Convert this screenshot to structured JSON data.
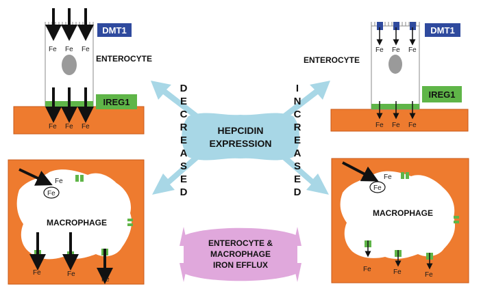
{
  "left_enterocyte": {
    "title": "ENTEROCYTE",
    "transporter_top": "DMT1",
    "transporter_bottom": "IREG1",
    "fe_top": [
      "Fe",
      "Fe",
      "Fe"
    ],
    "fe_bottom": [
      "Fe",
      "Fe",
      "Fe"
    ]
  },
  "right_enterocyte": {
    "title": "ENTEROCYTE",
    "transporter_top": "DMT1",
    "transporter_bottom": "IREG1",
    "fe_top": [
      "Fe",
      "Fe",
      "Fe"
    ],
    "fe_bottom": [
      "Fe",
      "Fe",
      "Fe"
    ]
  },
  "center": {
    "hepcidin": [
      "HEPCIDIN",
      "EXPRESSION"
    ],
    "decreased_letters": [
      "D",
      "E",
      "C",
      "R",
      "E",
      "A",
      "S",
      "E",
      "D"
    ],
    "increased_letters": [
      "I",
      "N",
      "C",
      "R",
      "E",
      "A",
      "S",
      "E",
      "D"
    ],
    "efflux": [
      "ENTEROCYTE &",
      "MACROPHAGE",
      "IRON EFFLUX"
    ]
  },
  "left_macrophage": {
    "title": "MACROPHAGE",
    "fe_in": "Fe",
    "fe_circled": "Fe",
    "fe_out": [
      "Fe",
      "Fe",
      "Fe"
    ]
  },
  "right_macrophage": {
    "title": "MACROPHAGE",
    "fe_in": "Fe",
    "fe_circled": "Fe",
    "fe_out": [
      "Fe",
      "Fe",
      "Fe"
    ]
  },
  "colors": {
    "orange": "#ee7b2f",
    "blue": "#2f4a9e",
    "green": "#5fb548",
    "light_blue": "#a8d7e6",
    "pink": "#e0a8dc",
    "nucleus": "#9a9a9a"
  }
}
